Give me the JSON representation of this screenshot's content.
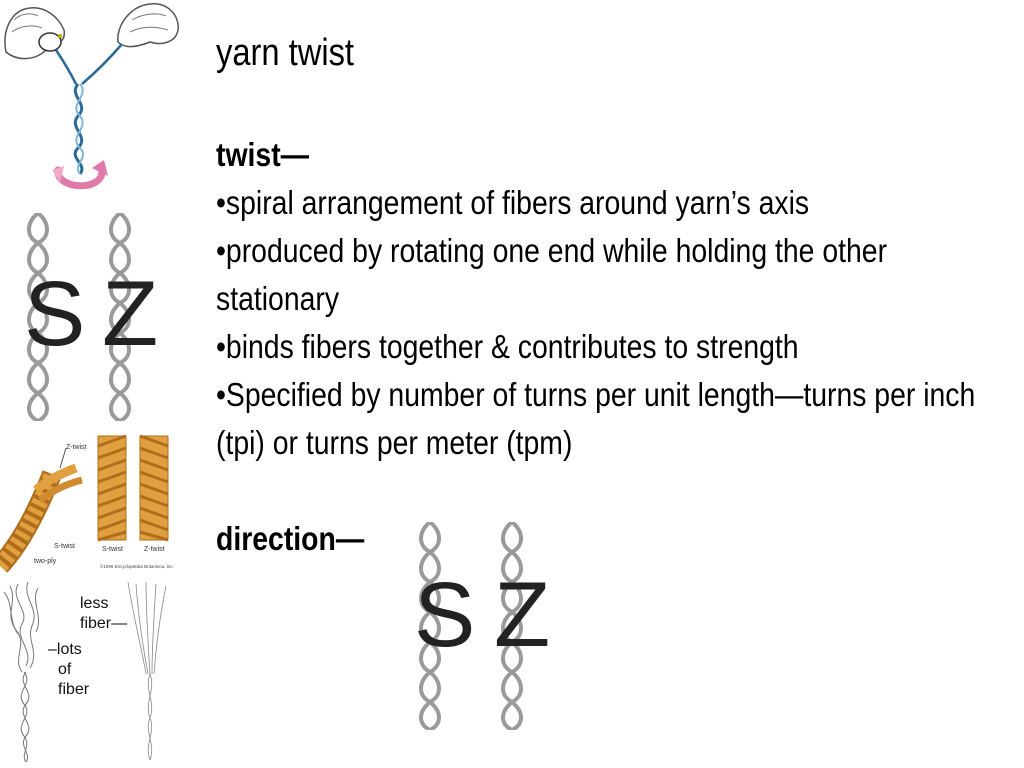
{
  "slide": {
    "title": "yarn twist",
    "twist_heading": "twist—",
    "bullets": [
      "•spiral arrangement of fibers around yarn’s axis",
      "•produced by rotating one end while holding the other stationary",
      "•binds fibers together & contributes to strength",
      "•Specified by number of turns per unit length—turns per inch (tpi) or turns per meter (tpm)"
    ],
    "direction_heading": "direction—"
  },
  "figures": {
    "sz_letters": {
      "s": "S",
      "z": "Z"
    },
    "britannica": {
      "z_twist_label": "Z-twist",
      "s_twist_label": "S-twist",
      "two_ply_label": "two-ply",
      "s_twist_caption": "S-twist",
      "z_twist_caption": "Z-twist",
      "copyright": "©1996 Encyclopædia Britannica, Inc."
    },
    "fiber_compare": {
      "less_fiber": [
        "less",
        "fiber—"
      ],
      "lots_of_fiber": [
        "–lots",
        "of",
        "fiber"
      ]
    }
  },
  "colors": {
    "rope_gold": "#e0a040",
    "rope_dark": "#b06d1a",
    "twist_arrow": "#e07aa8",
    "yarn_blue": "#2a6a9a"
  }
}
